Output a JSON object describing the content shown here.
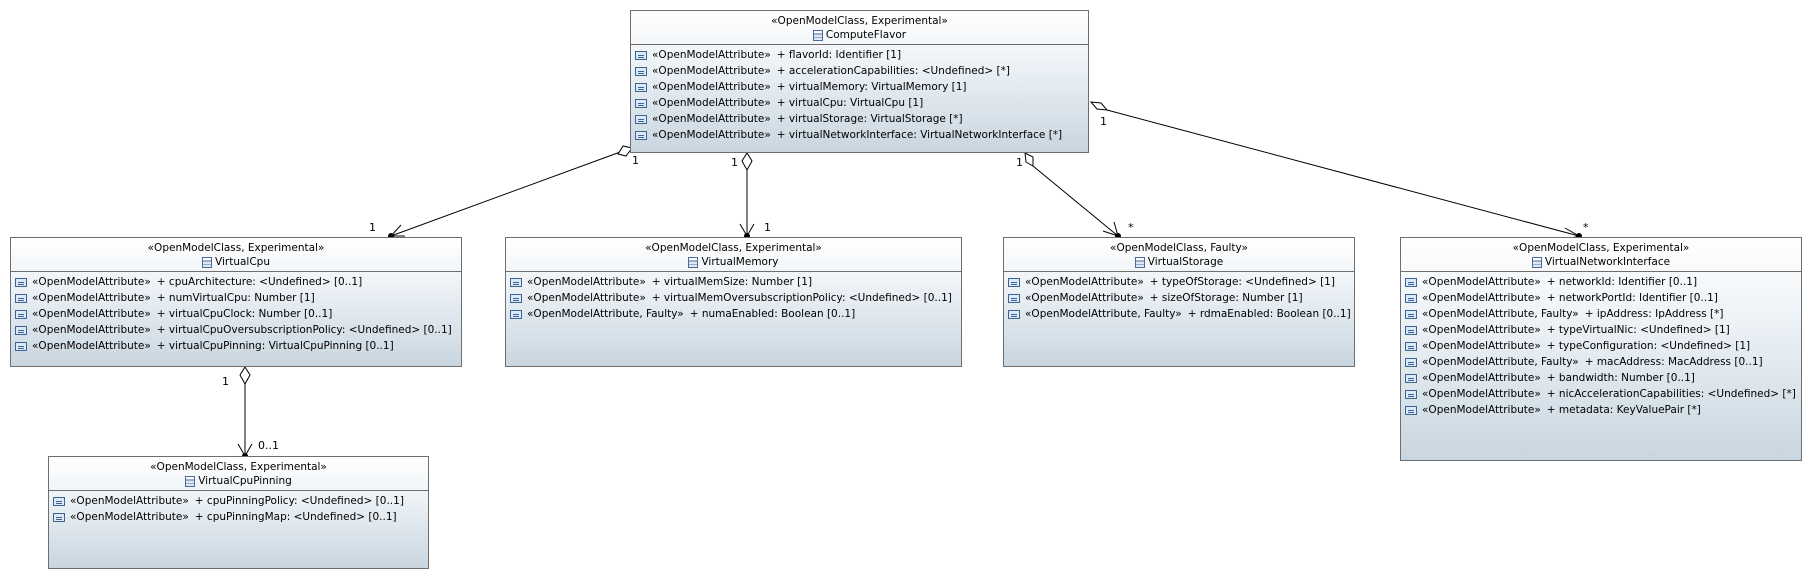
{
  "classes": [
    {
      "id": "computeflavor",
      "stereotype": "«OpenModelClass, Experimental»",
      "name": "ComputeFlavor",
      "attributes": [
        {
          "stereo": "«OpenModelAttribute»",
          "text": "+ flavorId: Identifier [1]"
        },
        {
          "stereo": "«OpenModelAttribute»",
          "text": "+ accelerationCapabilities: <Undefined> [*]"
        },
        {
          "stereo": "«OpenModelAttribute»",
          "text": "+ virtualMemory: VirtualMemory [1]"
        },
        {
          "stereo": "«OpenModelAttribute»",
          "text": "+ virtualCpu: VirtualCpu [1]"
        },
        {
          "stereo": "«OpenModelAttribute»",
          "text": "+ virtualStorage: VirtualStorage [*]"
        },
        {
          "stereo": "«OpenModelAttribute»",
          "text": "+ virtualNetworkInterface: VirtualNetworkInterface [*]"
        }
      ]
    },
    {
      "id": "virtualcpu",
      "stereotype": "«OpenModelClass, Experimental»",
      "name": "VirtualCpu",
      "attributes": [
        {
          "stereo": "«OpenModelAttribute»",
          "text": "+ cpuArchitecture: <Undefined> [0..1]"
        },
        {
          "stereo": "«OpenModelAttribute»",
          "text": "+ numVirtualCpu: Number [1]"
        },
        {
          "stereo": "«OpenModelAttribute»",
          "text": "+ virtualCpuClock: Number [0..1]"
        },
        {
          "stereo": "«OpenModelAttribute»",
          "text": "+ virtualCpuOversubscriptionPolicy: <Undefined> [0..1]"
        },
        {
          "stereo": "«OpenModelAttribute»",
          "text": "+ virtualCpuPinning: VirtualCpuPinning [0..1]"
        }
      ]
    },
    {
      "id": "virtualmemory",
      "stereotype": "«OpenModelClass, Experimental»",
      "name": "VirtualMemory",
      "attributes": [
        {
          "stereo": "«OpenModelAttribute»",
          "text": "+ virtualMemSize: Number [1]"
        },
        {
          "stereo": "«OpenModelAttribute»",
          "text": "+ virtualMemOversubscriptionPolicy: <Undefined> [0..1]"
        },
        {
          "stereo": "«OpenModelAttribute, Faulty»",
          "text": "+ numaEnabled: Boolean [0..1]"
        }
      ]
    },
    {
      "id": "virtualstorage",
      "stereotype": "«OpenModelClass, Faulty»",
      "name": "VirtualStorage",
      "attributes": [
        {
          "stereo": "«OpenModelAttribute»",
          "text": "+ typeOfStorage: <Undefined> [1]"
        },
        {
          "stereo": "«OpenModelAttribute»",
          "text": "+ sizeOfStorage: Number [1]"
        },
        {
          "stereo": "«OpenModelAttribute, Faulty»",
          "text": "+ rdmaEnabled: Boolean [0..1]"
        }
      ]
    },
    {
      "id": "virtualnetworkinterface",
      "stereotype": "«OpenModelClass, Experimental»",
      "name": "VirtualNetworkInterface",
      "attributes": [
        {
          "stereo": "«OpenModelAttribute»",
          "text": "+ networkId: Identifier [0..1]"
        },
        {
          "stereo": "«OpenModelAttribute»",
          "text": "+ networkPortId: Identifier [0..1]"
        },
        {
          "stereo": "«OpenModelAttribute, Faulty»",
          "text": "+ ipAddress: IpAddress [*]"
        },
        {
          "stereo": "«OpenModelAttribute»",
          "text": "+ typeVirtualNic: <Undefined> [1]"
        },
        {
          "stereo": "«OpenModelAttribute»",
          "text": "+ typeConfiguration: <Undefined> [1]"
        },
        {
          "stereo": "«OpenModelAttribute, Faulty»",
          "text": "+ macAddress: MacAddress [0..1]"
        },
        {
          "stereo": "«OpenModelAttribute»",
          "text": "+ bandwidth: Number [0..1]"
        },
        {
          "stereo": "«OpenModelAttribute»",
          "text": "+ nicAccelerationCapabilities: <Undefined> [*]"
        },
        {
          "stereo": "«OpenModelAttribute»",
          "text": "+ metadata: KeyValuePair [*]"
        }
      ]
    },
    {
      "id": "virtualcpupinning",
      "stereotype": "«OpenModelClass, Experimental»",
      "name": "VirtualCpuPinning",
      "attributes": [
        {
          "stereo": "«OpenModelAttribute»",
          "text": "+ cpuPinningPolicy: <Undefined> [0..1]"
        },
        {
          "stereo": "«OpenModelAttribute»",
          "text": "+ cpuPinningMap: <Undefined> [0..1]"
        }
      ]
    }
  ],
  "associations": [
    {
      "from": "computeflavor",
      "to": "virtualcpu",
      "source_mult": "1",
      "target_mult": "1"
    },
    {
      "from": "computeflavor",
      "to": "virtualmemory",
      "source_mult": "1",
      "target_mult": "1"
    },
    {
      "from": "computeflavor",
      "to": "virtualstorage",
      "source_mult": "1",
      "target_mult": "*"
    },
    {
      "from": "computeflavor",
      "to": "virtualnetworkinterface",
      "source_mult": "1",
      "target_mult": "*"
    },
    {
      "from": "virtualcpu",
      "to": "virtualcpupinning",
      "source_mult": "1",
      "target_mult": "0..1"
    }
  ]
}
